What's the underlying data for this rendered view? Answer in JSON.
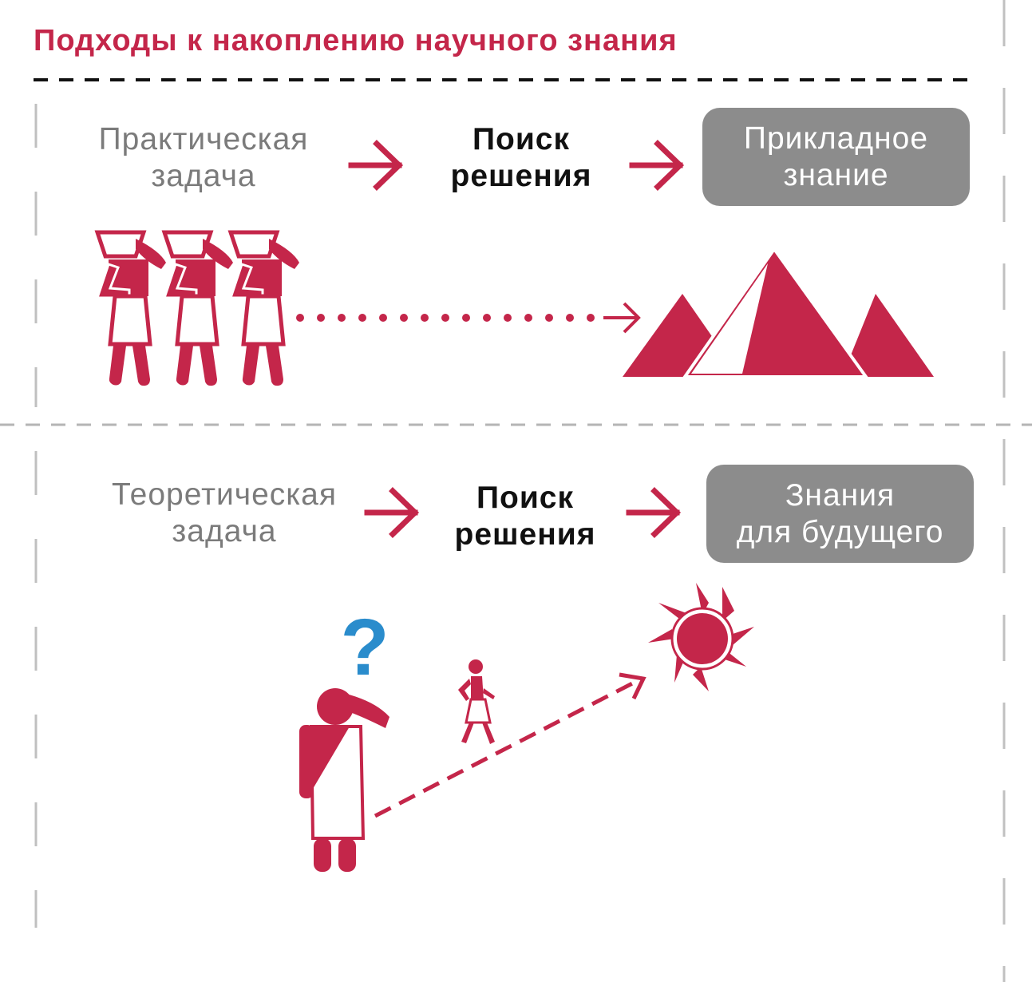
{
  "title": "Подходы к накоплению научного знания",
  "colors": {
    "accent": "#c4264a",
    "box": "#8c8c8c",
    "question": "#2a8ccc",
    "muted_text": "#7b7b7b"
  },
  "practical": {
    "task": [
      "Практическая",
      "задача"
    ],
    "search": [
      "Поиск",
      "решения"
    ],
    "result": [
      "Прикладное",
      "знание"
    ]
  },
  "theoretical": {
    "task": [
      "Теоретическая",
      "задача"
    ],
    "search": [
      "Поиск",
      "решения"
    ],
    "result": [
      "Знания",
      "для будущего"
    ],
    "question_mark": "?"
  },
  "icons": [
    "worker-figure-icon",
    "pyramids-icon",
    "thinker-figure-icon",
    "walking-figure-icon",
    "sun-icon",
    "arrow-right-icon"
  ]
}
